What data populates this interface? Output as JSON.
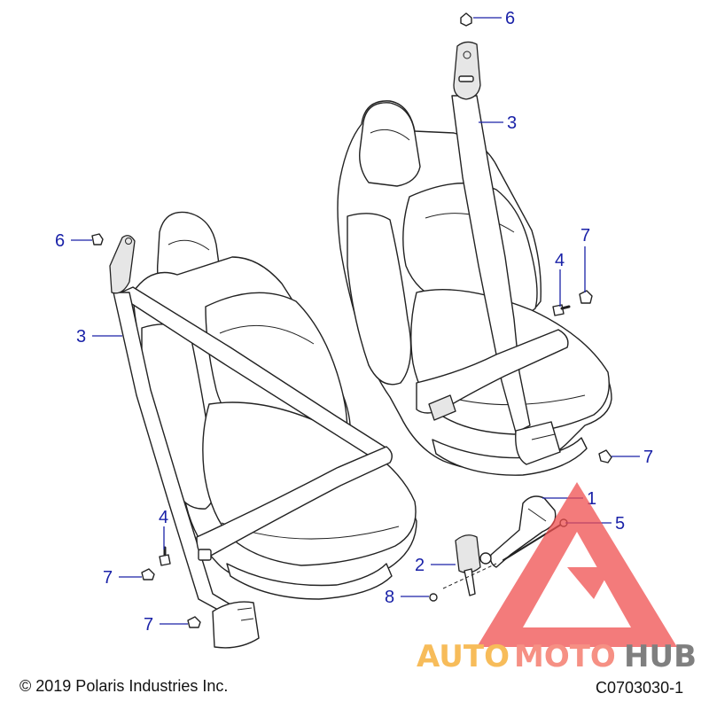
{
  "callouts": [
    {
      "id": "c1",
      "label": "1"
    },
    {
      "id": "c2",
      "label": "2"
    },
    {
      "id": "c3a",
      "label": "3"
    },
    {
      "id": "c3b",
      "label": "3"
    },
    {
      "id": "c4a",
      "label": "4"
    },
    {
      "id": "c4b",
      "label": "4"
    },
    {
      "id": "c5",
      "label": "5"
    },
    {
      "id": "c6a",
      "label": "6"
    },
    {
      "id": "c6b",
      "label": "6"
    },
    {
      "id": "c7a",
      "label": "7"
    },
    {
      "id": "c7b",
      "label": "7"
    },
    {
      "id": "c7c",
      "label": "7"
    },
    {
      "id": "c7d",
      "label": "7"
    },
    {
      "id": "c8",
      "label": "8"
    }
  ],
  "footer": {
    "copyright": "© 2019 Polaris Industries Inc.",
    "diagram_id": "C0703030-1"
  },
  "watermark": {
    "word_1": "AUTO",
    "word_2": "MOTO",
    "word_3": "HUB",
    "colors": {
      "auto": "#f5a623",
      "moto": "#f36b5c",
      "hub": "#555555",
      "logo": "#ef4f4f"
    }
  }
}
